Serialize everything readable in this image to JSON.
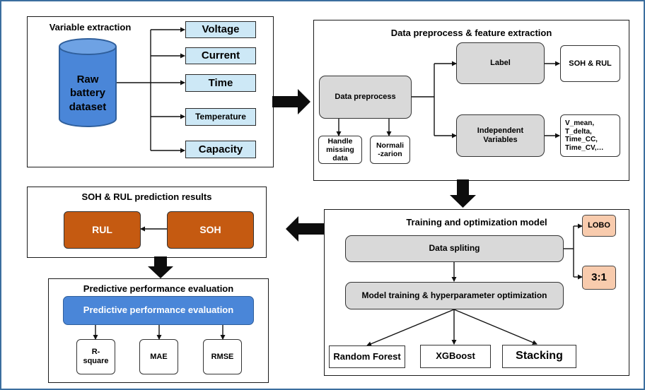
{
  "variable_extraction": {
    "title": "Variable extraction",
    "dataset_label": "Raw battery dataset",
    "variables": [
      "Voltage",
      "Current",
      "Time",
      "Temperature",
      "Capacity"
    ]
  },
  "preprocess": {
    "title": "Data preprocess & feature extraction",
    "data_preprocess": "Data preprocess",
    "label": "Label",
    "independent_variables": "Independent Variables",
    "soh_rul": "SOH & RUL",
    "features": "V_mean, T_delta, Time_CC, Time_CV,…",
    "handle_missing": "Handle missing data",
    "normalization": "Normali -zarion"
  },
  "results": {
    "title": "SOH & RUL prediction results",
    "rul": "RUL",
    "soh": "SOH"
  },
  "training": {
    "title": "Training and optimization model",
    "data_spliting": "Data spliting",
    "model_training": "Model training & hyperparameter optimization",
    "lobo": "LOBO",
    "ratio": "3:1",
    "models": [
      "Random Forest",
      "XGBoost",
      "Stacking"
    ]
  },
  "evaluation": {
    "title": "Predictive performance evaluation",
    "box_label": "Predictive performance evaluation",
    "metrics": [
      "R-square",
      "MAE",
      "RMSE"
    ]
  }
}
